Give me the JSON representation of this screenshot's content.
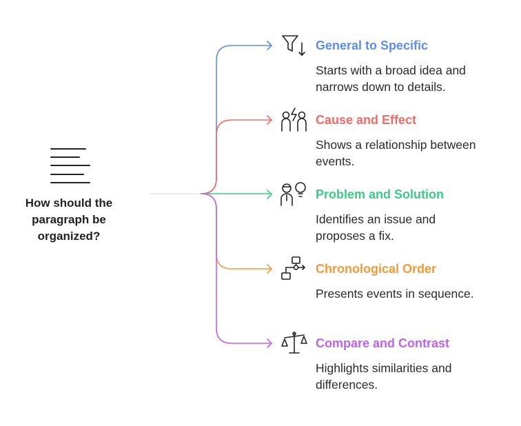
{
  "center": {
    "lines": [
      "How should the",
      "paragraph be",
      "organized?"
    ],
    "icon": "document-lines-icon"
  },
  "items": [
    {
      "title": "General to Specific",
      "color": "#5b8def",
      "icon": "funnel-down-icon",
      "desc_lines": [
        "Starts with a broad idea and",
        "narrows down to details."
      ]
    },
    {
      "title": "Cause and Effect",
      "color": "#ee6b66",
      "icon": "people-lightning-icon",
      "desc_lines": [
        "Shows a relationship between",
        "events."
      ]
    },
    {
      "title": "Problem and Solution",
      "color": "#3ec989",
      "icon": "person-lightbulb-icon",
      "desc_lines": [
        "Identifies an issue and",
        "proposes a fix."
      ]
    },
    {
      "title": "Chronological Order",
      "color": "#f39a36",
      "icon": "flowchart-steps-icon",
      "desc_lines": [
        "Presents events in sequence."
      ]
    },
    {
      "title": "Compare and Contrast",
      "color": "#c262ea",
      "icon": "balance-scale-icon",
      "desc_lines": [
        "Highlights similarities and",
        "differences."
      ]
    }
  ]
}
